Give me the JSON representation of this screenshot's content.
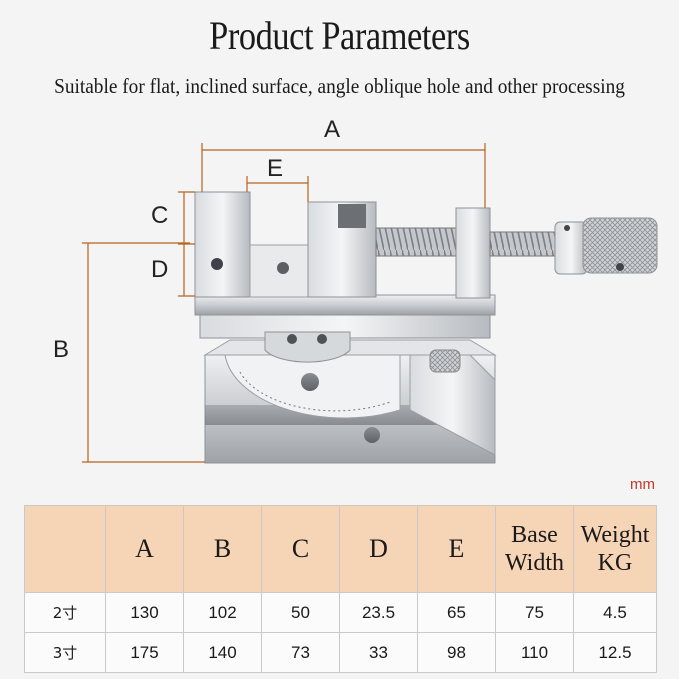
{
  "title": "Product Parameters",
  "subtitle": "Suitable for flat, inclined surface, angle oblique hole and other processing",
  "dimension_labels": {
    "a": "A",
    "b": "B",
    "c": "C",
    "d": "D",
    "e": "E"
  },
  "unit": "mm",
  "table": {
    "headers": [
      "",
      "A",
      "B",
      "C",
      "D",
      "E",
      "Base Width",
      "Weight KG"
    ],
    "header_lines": {
      "base_width": [
        "Base",
        "Width"
      ],
      "weight": [
        "Weight",
        "KG"
      ]
    },
    "rows": [
      [
        "2寸",
        "130",
        "102",
        "50",
        "23.5",
        "65",
        "75",
        "4.5"
      ],
      [
        "3寸",
        "175",
        "140",
        "73",
        "33",
        "98",
        "110",
        "12.5"
      ]
    ]
  },
  "colors": {
    "header_bg": "#f6d4b6",
    "dimension_line": "#b5651d",
    "unit_text": "#c0392b"
  }
}
